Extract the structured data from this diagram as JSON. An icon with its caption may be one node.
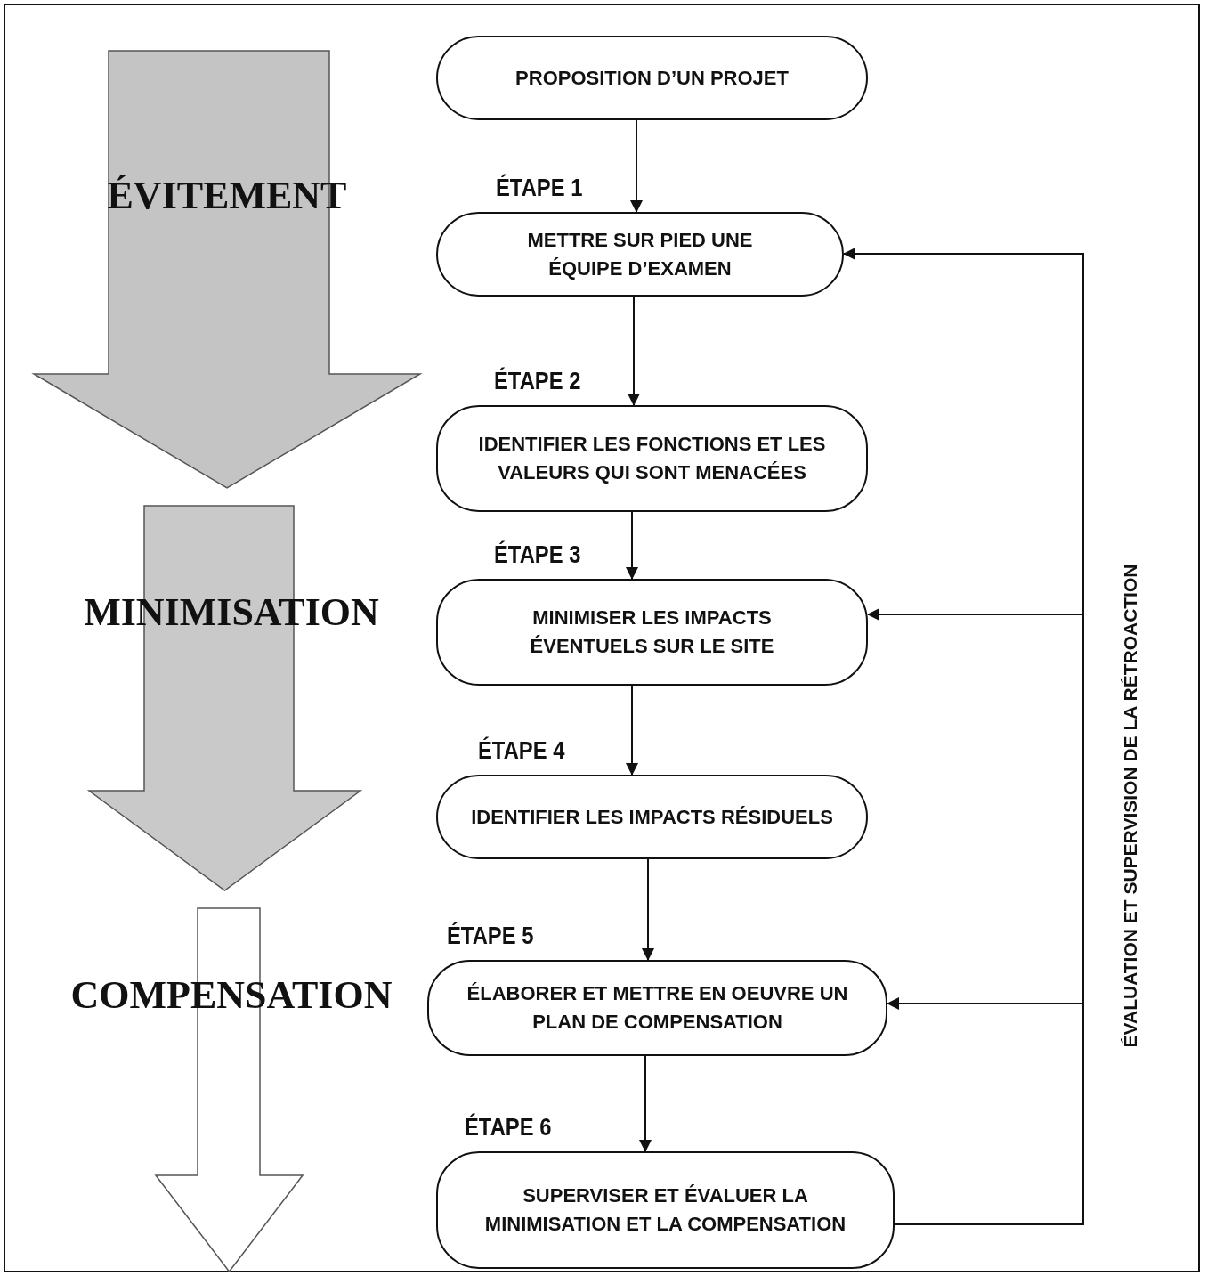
{
  "diagram": {
    "nodes": [
      {
        "text": [
          "PROPOSITION D’UN PROJET"
        ]
      },
      {
        "text": [
          "ÉTAPE 1",
          "METTRE SUR PIED UNE ÉQUIPE D’EXAMEN"
        ]
      },
      {
        "text": [
          "ÉTAPE 2",
          "IDENTIFIER LES FONCTIONS ET LES VALEURS QUI SONT MENACÉES"
        ]
      },
      {
        "text": [
          "ÉTAPE 3",
          "MINIMISER LES IMPACTS ÉVENTUELS SUR LE SITE"
        ]
      },
      {
        "text": [
          "ÉTAPE 4",
          "IDENTIFIER LES IMPACTS RÉSIDUELS"
        ]
      },
      {
        "text": [
          "ÉTAPE 5",
          "ÉLABORER ET METTRE EN OEUVRE UN PLAN DE COMPENSATION"
        ]
      },
      {
        "text": [
          "ÉTAPE 6",
          "SUPERVISER ET ÉVALUER LA MINIMISATION ET LA COMPENSATION"
        ]
      }
    ],
    "edges": [
      {
        "from": 0,
        "to": 1,
        "arrow": "to"
      },
      {
        "from": 1,
        "to": 2,
        "arrow": "to"
      },
      {
        "from": 2,
        "to": 3,
        "arrow": "to"
      },
      {
        "from": 3,
        "to": 4,
        "arrow": "to"
      },
      {
        "from": 4,
        "to": 5,
        "arrow": "to"
      },
      {
        "from": 5,
        "to": 6,
        "arrow": "to"
      },
      {
        "from": 6,
        "to": 1,
        "arrow": "to"
      },
      {
        "from": 6,
        "to": 3,
        "arrow": "to"
      },
      {
        "from": 6,
        "to": 5,
        "arrow": "to"
      }
    ],
    "labels": [
      "ÉVITEMENT",
      "MINIMISATION",
      "COMPENSATION",
      "ÉVALUATION ET SUPERVISION DE LA RÉTROACTION"
    ]
  }
}
